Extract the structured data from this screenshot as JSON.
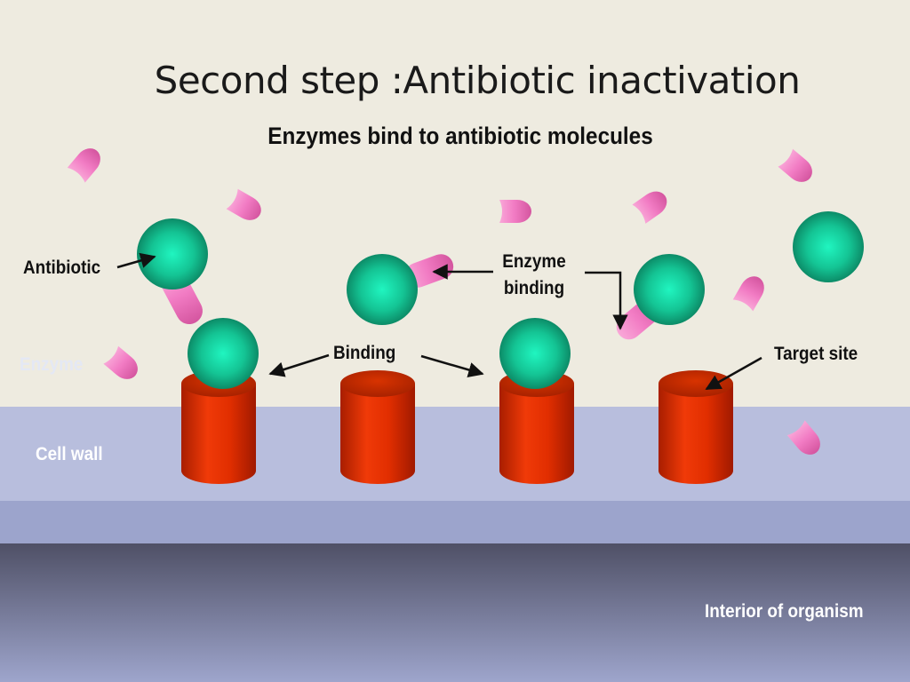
{
  "slide": {
    "title": "Second step :Antibiotic inactivation",
    "subtitle": "Enzymes bind to antibiotic molecules"
  },
  "labels": {
    "antibiotic": "Antibiotic",
    "enzyme": "Enzyme",
    "cell_wall": "Cell wall",
    "binding": "Binding",
    "enzyme_binding_line1": "Enzyme",
    "enzyme_binding_line2": "binding",
    "target_site": "Target site",
    "interior": "Interior of organism"
  },
  "colors": {
    "background": "#eeebe0",
    "cell_wall": "#b8bedd",
    "cell_wall_lower": "#9ca4cc",
    "interior_top": "#4f5066",
    "interior_bottom": "#9ea5cc",
    "enzyme_sphere": "#1fcf9e",
    "target_cylinder": "#d42800",
    "antibiotic_pill": "#f07cc0"
  },
  "icons": [
    "antibiotic-pill-icon",
    "enzyme-sphere-icon",
    "target-site-cylinder-icon",
    "arrow-icon"
  ]
}
